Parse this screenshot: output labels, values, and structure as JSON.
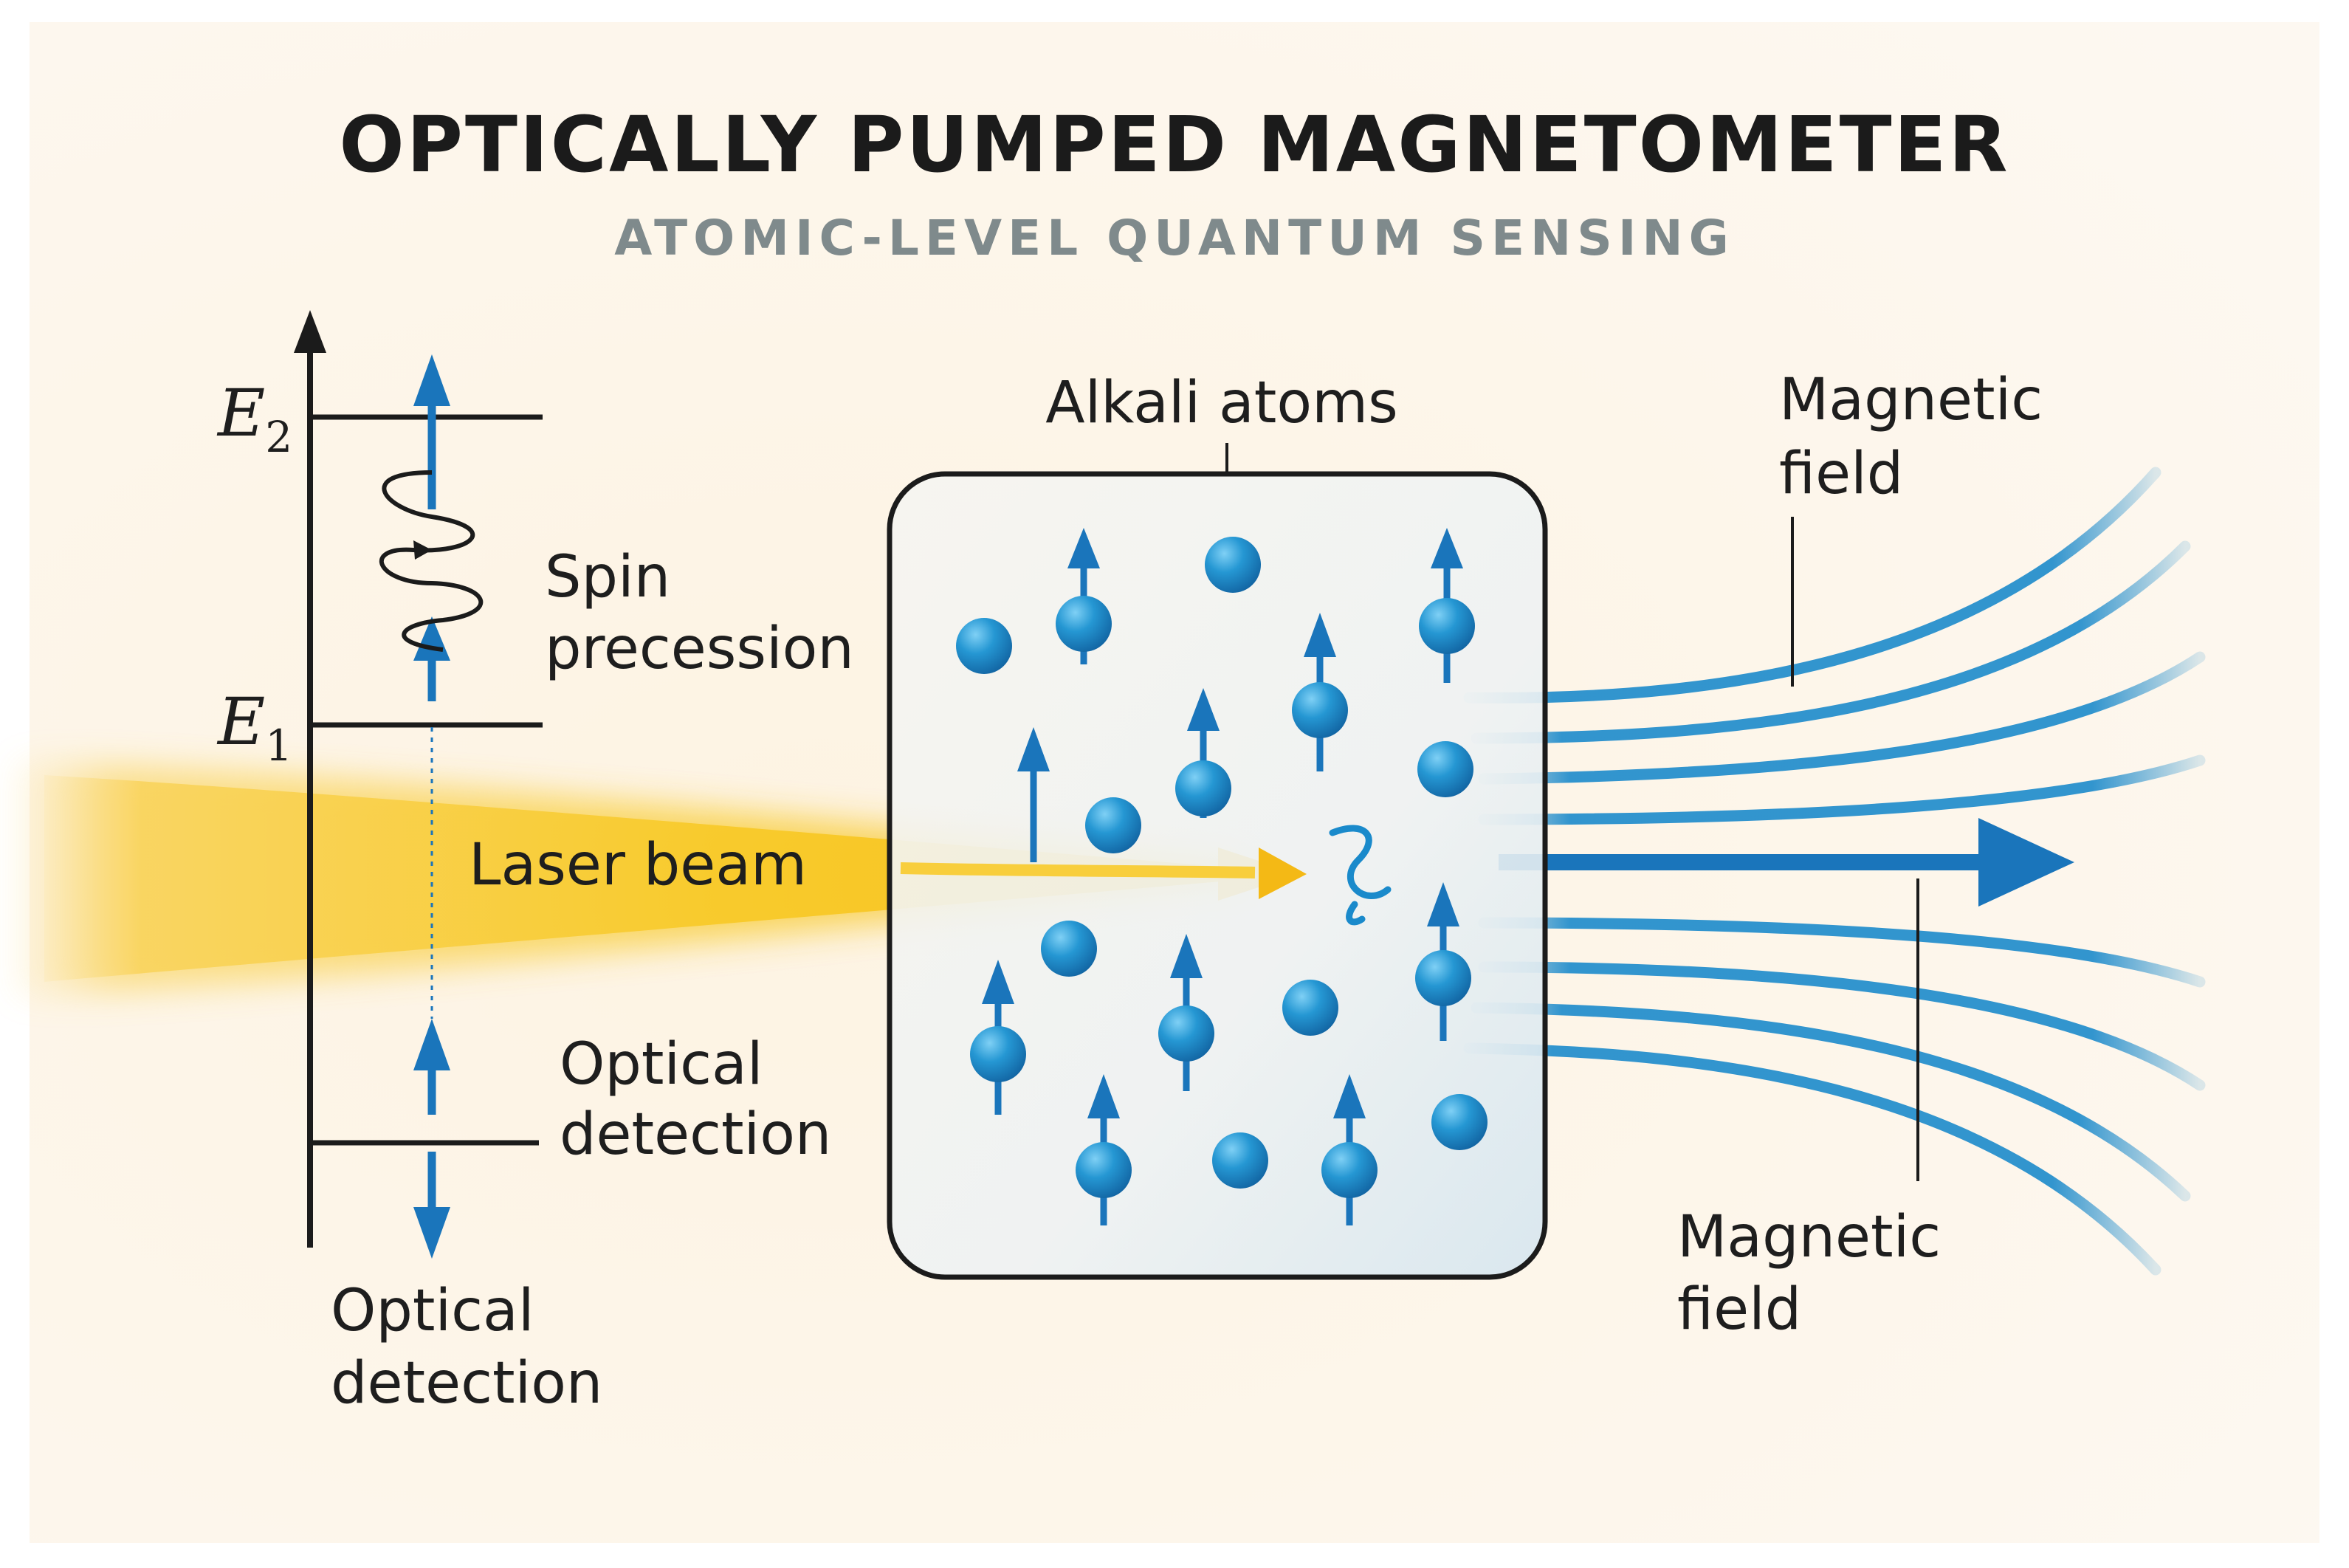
{
  "title": "OPTICALLY PUMPED MAGNETOMETER",
  "subtitle": "ATOMIC-LEVEL QUANTUM SENSING",
  "energy_levels": {
    "upper": {
      "symbol": "E",
      "subscript": "2"
    },
    "lower": {
      "symbol": "E",
      "subscript": "1"
    }
  },
  "labels": {
    "spin_line1": "Spin",
    "spin_line2": "precession",
    "laser": "Laser beam",
    "optical_mid_line1": "Optical",
    "optical_mid_line2": "detection",
    "optical_bottom_line1": "Optical",
    "optical_bottom_line2": "detection",
    "alkali": "Alkali atoms",
    "magnetic_top_line1": "Magnetic",
    "magnetic_top_line2": "field",
    "magnetic_bottom_line1": "Magnetic",
    "magnetic_bottom_line2": "field"
  },
  "colors": {
    "background": "#fcf5ea",
    "atom_blue": "#1f8bcc",
    "arrow_blue": "#1a75bb",
    "field_blue": "#1c8acb",
    "laser_yellow": "#f7c21b",
    "ink": "#1b1b1b"
  },
  "icons": [
    "up-arrow-icon",
    "down-arrow-icon",
    "spiral-icon",
    "atom-icon",
    "spin-arrow-icon"
  ]
}
